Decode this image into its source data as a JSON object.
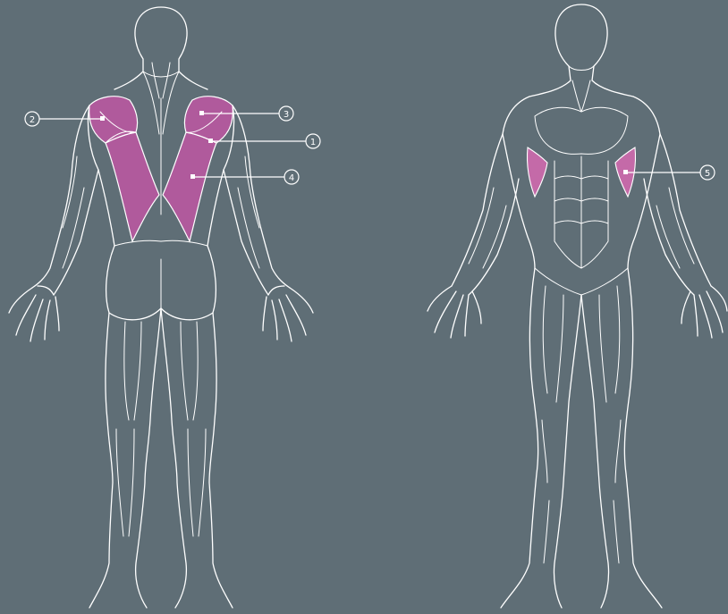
{
  "colors": {
    "background": "#5f6e76",
    "outline": "#ffffff",
    "highlight_back": "#b05a9c",
    "highlight_front": "#c46aa8"
  },
  "figures": {
    "back_view": {
      "view": "posterior"
    },
    "front_view": {
      "view": "anterior"
    }
  },
  "markers": [
    {
      "id": "1",
      "label": "1"
    },
    {
      "id": "2",
      "label": "2"
    },
    {
      "id": "3",
      "label": "3"
    },
    {
      "id": "4",
      "label": "4"
    },
    {
      "id": "5",
      "label": "5"
    }
  ]
}
